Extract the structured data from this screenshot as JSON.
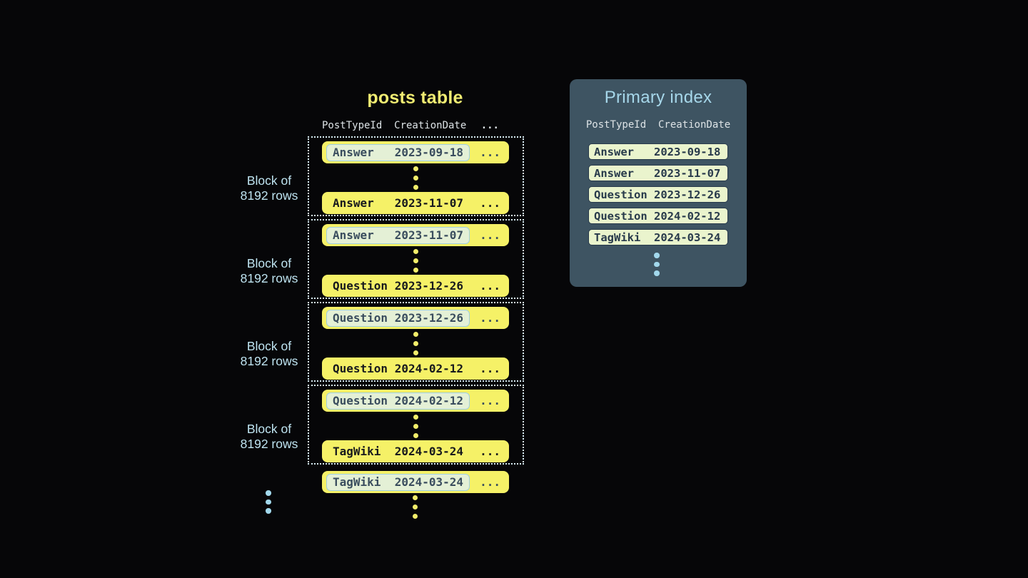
{
  "posts_table": {
    "title": "posts table",
    "header": "PostTypeId  CreationDate",
    "header_ellipsis": "...",
    "row_ellipsis": "...",
    "blocks": [
      {
        "label_line1": "Block of",
        "label_line2": "8192 rows",
        "first_row": "Answer   2023-09-18",
        "last_row": "Answer   2023-11-07"
      },
      {
        "label_line1": "Block of",
        "label_line2": "8192 rows",
        "first_row": "Answer   2023-11-07",
        "last_row": "Question 2023-12-26"
      },
      {
        "label_line1": "Block of",
        "label_line2": "8192 rows",
        "first_row": "Question 2023-12-26",
        "last_row": "Question 2024-02-12"
      },
      {
        "label_line1": "Block of",
        "label_line2": "8192 rows",
        "first_row": "Question 2024-02-12",
        "last_row": "TagWiki  2024-03-24"
      }
    ],
    "overflow_row": "TagWiki  2024-03-24"
  },
  "primary_index": {
    "title": "Primary index",
    "header": "PostTypeId  CreationDate",
    "rows": [
      "Answer   2023-09-18",
      "Answer   2023-11-07",
      "Question 2023-12-26",
      "Question 2024-02-12",
      "TagWiki  2024-03-24"
    ]
  },
  "colors": {
    "background": "#060608",
    "table-yellow": "#f5f167",
    "title-yellow": "#f0ec72",
    "row-text-dark": "#17191d",
    "highlight-bg": "#e4f0d6",
    "highlight-border": "#9fcfe2",
    "highlight-text": "#3a4d5e",
    "dotted-border": "#d9edf5",
    "label-blue": "#bfe4f1",
    "header-gray": "#dde3e6",
    "panel-bg": "#3e5462",
    "panel-title-blue": "#a6d7ea",
    "pill-bg": "#eaf4cd",
    "pill-border": "#283a4b",
    "pill-text": "#283a4b",
    "blue-dot": "#a2d8ec",
    "yellow-dot": "#f1ed6a"
  }
}
